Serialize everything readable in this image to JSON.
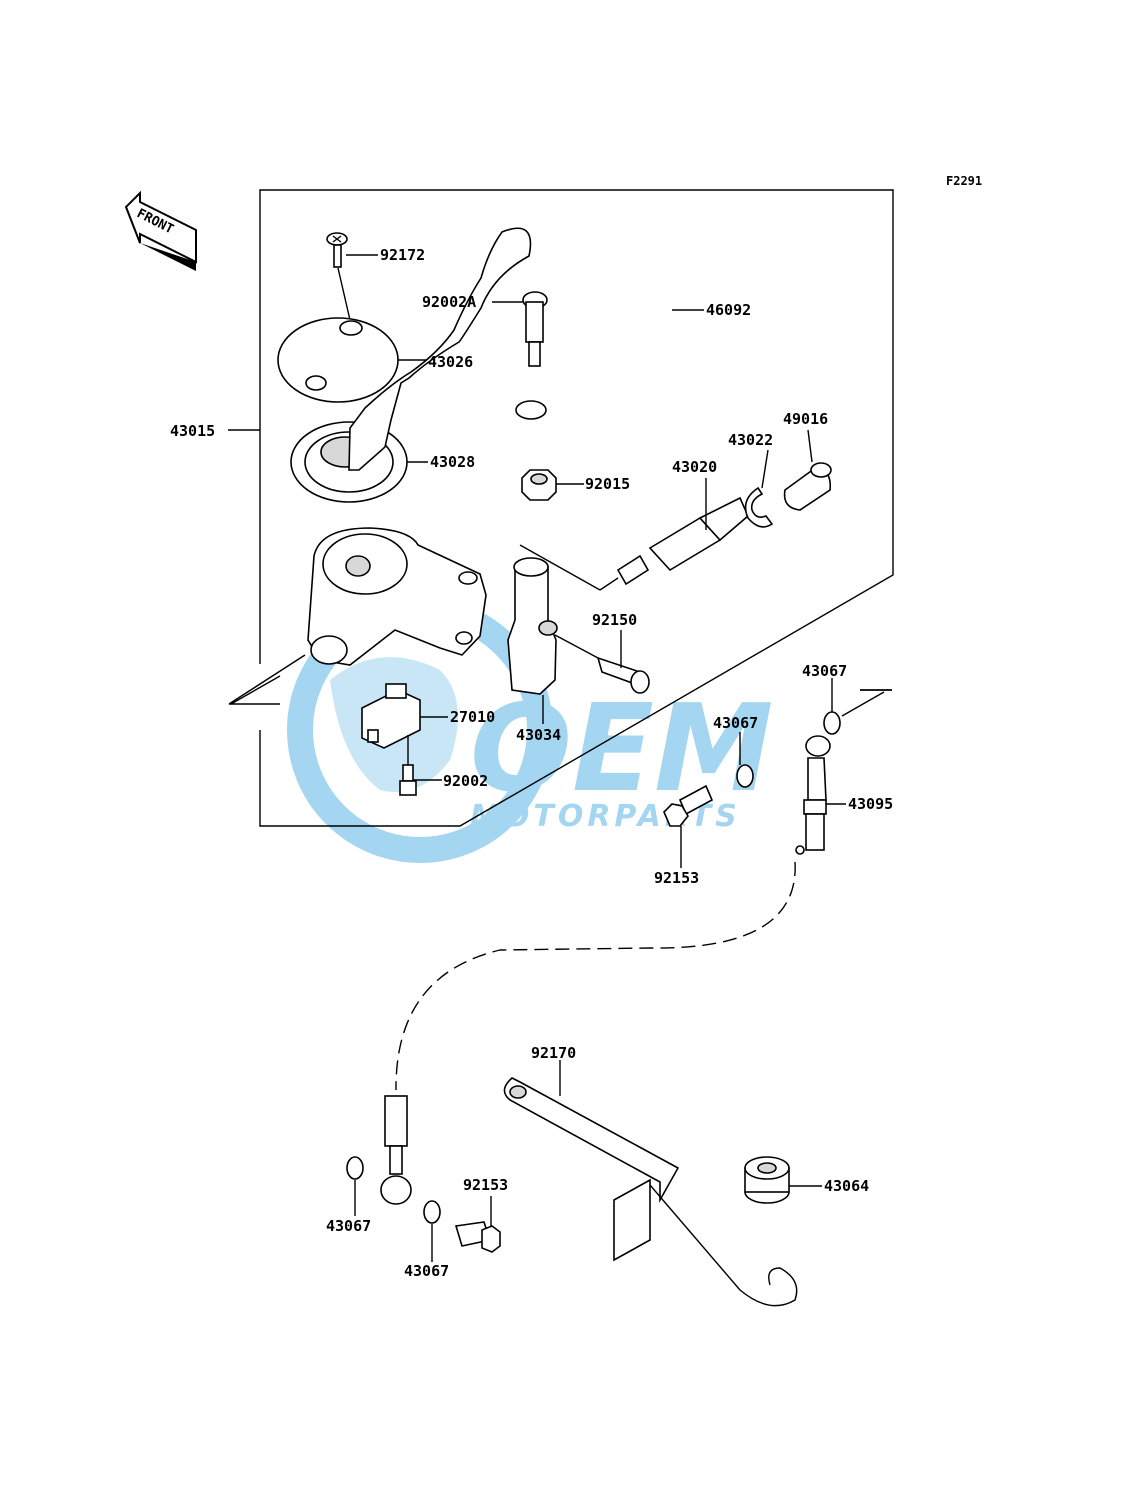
{
  "figure_code": "F2291",
  "front_label": "FRONT",
  "watermark": {
    "brand": "OEM",
    "sub": "MOTORPARTS",
    "color": "#5ab4e6"
  },
  "parts": [
    {
      "id": "p43015",
      "label": "43015"
    },
    {
      "id": "p92172",
      "label": "92172"
    },
    {
      "id": "p43026",
      "label": "43026"
    },
    {
      "id": "p43028",
      "label": "43028"
    },
    {
      "id": "p92002A",
      "label": "92002A"
    },
    {
      "id": "p46092",
      "label": "46092"
    },
    {
      "id": "p92015",
      "label": "92015"
    },
    {
      "id": "p43020",
      "label": "43020"
    },
    {
      "id": "p43022",
      "label": "43022"
    },
    {
      "id": "p49016",
      "label": "49016"
    },
    {
      "id": "p92150",
      "label": "92150"
    },
    {
      "id": "p27010",
      "label": "27010"
    },
    {
      "id": "p43034",
      "label": "43034"
    },
    {
      "id": "p92002",
      "label": "92002"
    },
    {
      "id": "p43067a",
      "label": "43067"
    },
    {
      "id": "p43067b",
      "label": "43067"
    },
    {
      "id": "p43095",
      "label": "43095"
    },
    {
      "id": "p92153a",
      "label": "92153"
    },
    {
      "id": "p92170",
      "label": "92170"
    },
    {
      "id": "p43064",
      "label": "43064"
    },
    {
      "id": "p43067c",
      "label": "43067"
    },
    {
      "id": "p92153b",
      "label": "92153"
    },
    {
      "id": "p43067d",
      "label": "43067"
    }
  ]
}
